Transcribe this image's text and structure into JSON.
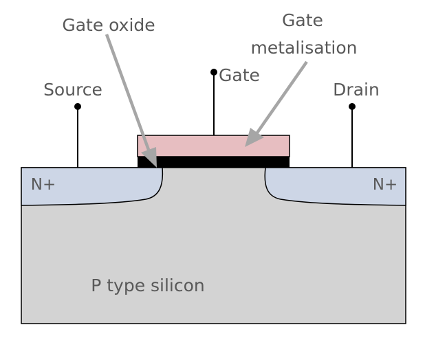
{
  "labels": {
    "gate_oxide": "Gate oxide",
    "gate_metal_line1": "Gate",
    "gate_metal_line2": "metalisation",
    "gate": "Gate",
    "source": "Source",
    "drain": "Drain",
    "n_plus_left": "N+",
    "n_plus_right": "N+",
    "substrate": "P type silicon"
  },
  "colors": {
    "substrate": "#d3d3d3",
    "n_region": "#cdd6e6",
    "gate_metal": "#e7bec1",
    "gate_oxide": "#000000",
    "arrow": "#a6a6a6",
    "text": "#595959",
    "outline": "#000000"
  }
}
